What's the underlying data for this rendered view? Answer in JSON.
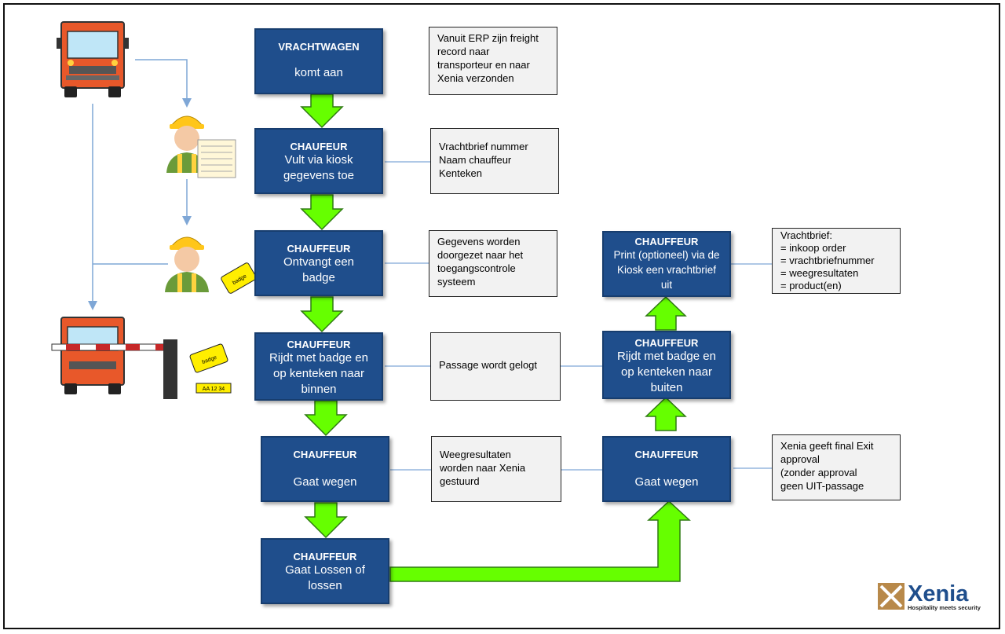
{
  "steps": [
    {
      "header": "VRACHTWAGEN",
      "body": "komt aan"
    },
    {
      "header": "CHAUFEUR",
      "body": "Vult via kiosk gegevens toe"
    },
    {
      "header": "CHAUFFEUR",
      "body": "Ontvangt een badge"
    },
    {
      "header": "CHAUFFEUR",
      "body": "Rijdt met badge en op kenteken naar binnen"
    },
    {
      "header": "CHAUFFEUR",
      "body": "Gaat wegen"
    },
    {
      "header": "CHAUFFEUR",
      "body": "Gaat Lossen of lossen"
    },
    {
      "header": "CHAUFFEUR",
      "body": "Gaat wegen"
    },
    {
      "header": "CHAUFFEUR",
      "body": "Rijdt met badge en op kenteken naar buiten"
    },
    {
      "header": "CHAUFFEUR",
      "body": "Print (optioneel) via de Kiosk een vrachtbrief uit"
    }
  ],
  "notes": {
    "erp": [
      "Vanuit ERP zijn freight",
      "record naar",
      "transporteur en naar",
      "Xenia verzonden"
    ],
    "kiosk": [
      "Vrachtbrief nummer",
      "Naam chauffeur",
      "Kenteken"
    ],
    "access": [
      "Gegevens worden",
      "doorgezet naar het",
      "toegangscontrole",
      "systeem"
    ],
    "passage": [
      "Passage wordt gelogt"
    ],
    "weigh": [
      "Weegresultaten",
      "worden naar Xenia",
      "gestuurd"
    ],
    "exit": [
      "Xenia geeft final Exit",
      "approval",
      "(zonder approval",
      "geen UIT-passage"
    ],
    "vrachtbrief": [
      "Vrachtbrief:",
      "=  inkoop order",
      "=  vrachtbriefnummer",
      "= weegresultaten",
      "= product(en)"
    ]
  },
  "badges": {
    "badge_1": "badge",
    "badge_2": "badge",
    "plate": "AA 12 34"
  },
  "logo": {
    "name": "Xenia",
    "tagline": "Hospitality meets security"
  },
  "colors": {
    "step_fill": "#1f4e8c",
    "arrow_fill": "#66ff00",
    "connector": "#7fa7d6",
    "note_fill": "#f2f2f2"
  },
  "icons": [
    "truck-icon",
    "worker-icon",
    "document-icon",
    "barrier-icon",
    "badge-icon",
    "license-plate-icon",
    "xenia-logo-icon"
  ]
}
